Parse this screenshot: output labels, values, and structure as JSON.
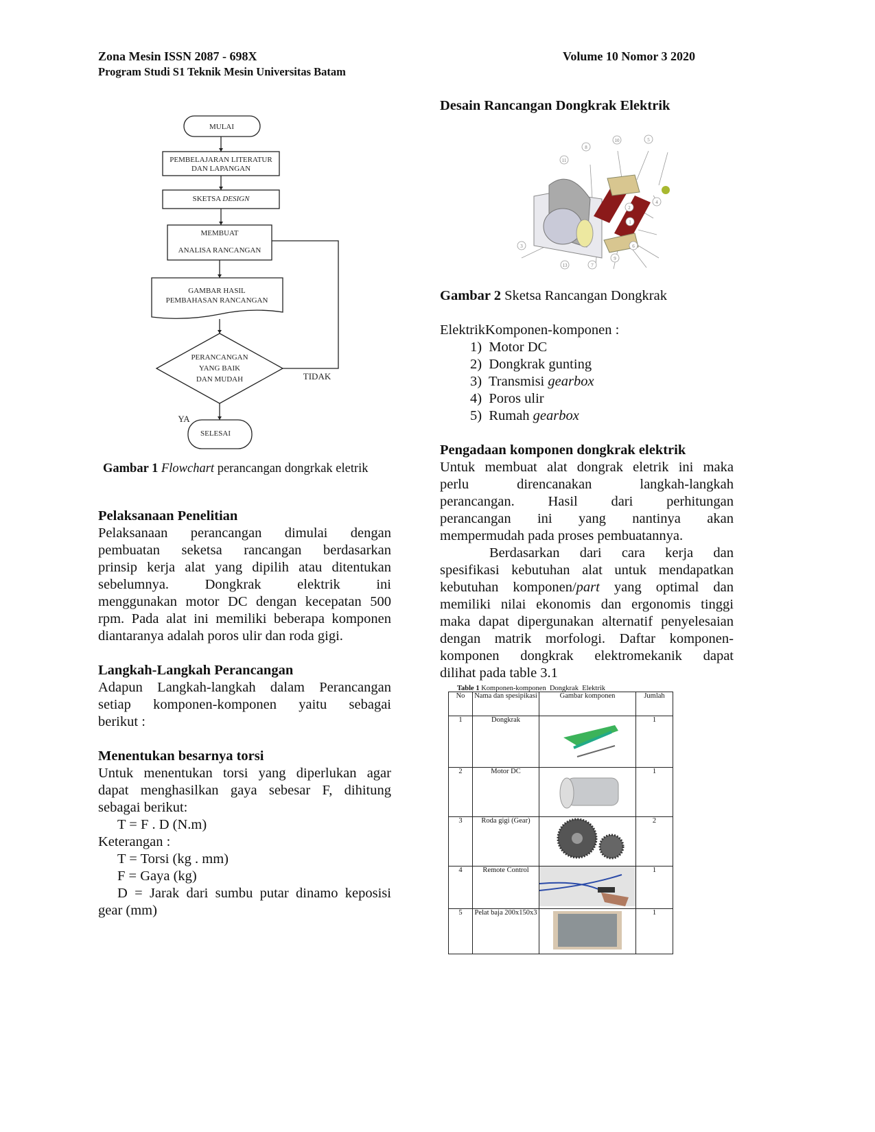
{
  "header": {
    "journal": "Zona Mesin ISSN 2087 - 698X",
    "program": "Program Studi S1 Teknik Mesin Universitas Batam",
    "volume": "Volume 10 Nomor 3 2020"
  },
  "flowchart": {
    "start": "MULAI",
    "step1a": "PEMBELAJARAN LITERATUR",
    "step1b": "DAN LAPANGAN",
    "step2a": "SKETSA ",
    "step2b": "DESIGN",
    "step3a": "MEMBUAT",
    "step3b": "ANALISA RANCANGAN",
    "step4a": "GAMBAR HASIL",
    "step4b": "PEMBAHASAN RANCANGAN",
    "decision_a": "PERANCANGAN",
    "decision_b": "YANG BAIK",
    "decision_c": "DAN MUDAH",
    "no": "TIDAK",
    "yes": "YA",
    "end": "SELESAI"
  },
  "fig1": {
    "label": "Gambar 1",
    "italic": "Flowchart",
    "rest": " perancangan dongrkak eletrik"
  },
  "s1": {
    "title": "Pelaksanaan Penelitian",
    "lines": [
      "Pelaksanaan perancangan dimulai dengan",
      "pembuatan seketsa rancangan berdasarkan",
      "prinsip kerja alat yang dipilih atau ditentukan",
      "sebelumnya. Dongkrak elektrik ini",
      "menggunakan motor DC dengan kecepatan 500",
      "rpm. Pada alat ini memiliki beberapa komponen"
    ],
    "last": "diantaranya adalah poros ulir dan roda gigi."
  },
  "s2": {
    "title": "Langkah-Langkah Perancangan",
    "lines": [
      "Adapun Langkah-langkah dalam Perancangan",
      "setiap komponen-komponen yaitu sebagai"
    ],
    "last": "berikut :"
  },
  "s3": {
    "title": "Menentukan besarnya torsi",
    "lines": [
      "Untuk menentukan torsi yang diperlukan agar",
      "dapat menghasilkan gaya sebesar F, dihitung"
    ],
    "last": "sebagai berikut:",
    "formula": "T = F . D (N.m)",
    "ket": "Keterangan :",
    "t": "T = Torsi (kg . mm)",
    "f": "F = Gaya (kg)",
    "d": "D = Jarak dari sumbu putar dinamo keposisi",
    "d2": "gear (mm)"
  },
  "s4": {
    "title": "Desain Rancangan Dongkrak Elektrik"
  },
  "design_labels": [
    "8",
    "10",
    "5",
    "11",
    "4",
    "2",
    "1",
    "6",
    "3",
    "13",
    "7",
    "9"
  ],
  "fig2": {
    "label": "Gambar 2",
    "rest": " Sketsa Rancangan Dongkrak"
  },
  "components": {
    "intro": "ElektrikKomponen-komponen :",
    "items": [
      {
        "n": "1)",
        "a": "Motor DC",
        "i": ""
      },
      {
        "n": "2)",
        "a": "Dongkrak gunting",
        "i": ""
      },
      {
        "n": "3)",
        "a": "Transmisi ",
        "i": "gearbox"
      },
      {
        "n": "4)",
        "a": "Poros ulir",
        "i": ""
      },
      {
        "n": "5)",
        "a": "Rumah ",
        "i": "gearbox"
      }
    ]
  },
  "s5": {
    "title": "Pengadaan komponen dongkrak elektrik",
    "lines": [
      "Untuk membuat alat dongrak eletrik ini maka",
      "perlu direncanakan langkah-langkah",
      "perancangan. Hasil dari perhitungan",
      "perancangan ini yang nantinya akan"
    ],
    "last1": "mempermudah pada proses pembuatannya.",
    "p2_lines": [
      "Berdasarkan dari cara kerja dan",
      "spesifikasi kebutuhan alat untuk mendapatkan"
    ],
    "p2_l3a": "kebutuhan komponen/",
    "p2_l3i": "part",
    "p2_l3b": " yang optimal dan",
    "p2_lines2": [
      "memiliki nilai ekonomis dan ergonomis tinggi",
      "maka dapat dipergunakan alternatif penyelesaian",
      "dengan matrik morfologi. Daftar komponen-",
      "komponen dongkrak elektromekanik dapat"
    ],
    "last2": "dilihat pada table 3.1"
  },
  "table": {
    "caption_b": "Table 1",
    "caption": " Komponen-komponen  Dongkrak  Elektrik",
    "headers": [
      "No",
      "Nama dan spesipikasi",
      "Gambar komponen",
      "Jumlah"
    ],
    "rows": [
      {
        "no": "1",
        "name": "Dongkrak",
        "qty": "1"
      },
      {
        "no": "2",
        "name": "Motor DC",
        "qty": "1"
      },
      {
        "no": "3",
        "name": "Roda gigi (Gear)",
        "qty": "2"
      },
      {
        "no": "4",
        "name": "Remote Control",
        "qty": "1"
      },
      {
        "no": "5",
        "name": "Pelat baja 200x150x3",
        "qty": "1"
      }
    ]
  }
}
